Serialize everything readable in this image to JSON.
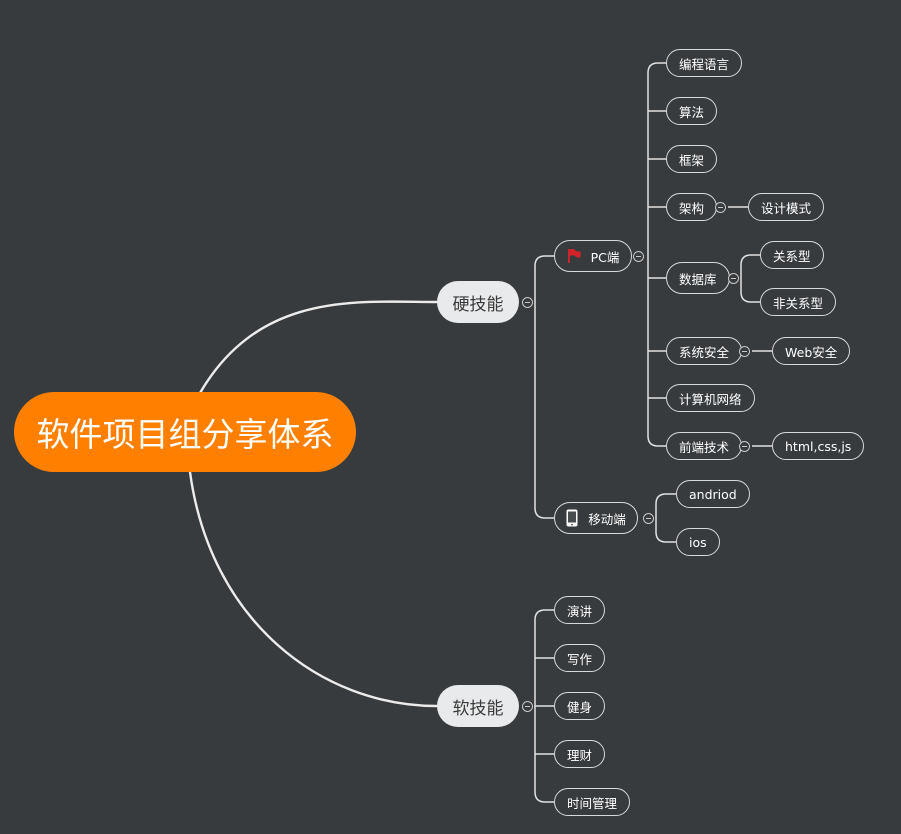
{
  "mindmap": {
    "root": "软件项目组分享体系",
    "hard": {
      "label": "硬技能",
      "pc": {
        "label": "PC端",
        "icon": "red-flag-icon",
        "items": {
          "lang": "编程语言",
          "algo": "算法",
          "framework": "框架",
          "arch": "架构",
          "arch_child": "设计模式",
          "db": "数据库",
          "db_rel": "关系型",
          "db_nonrel": "非关系型",
          "security": "系统安全",
          "security_child": "Web安全",
          "network": "计算机网络",
          "frontend": "前端技术",
          "frontend_child": "html,css,js"
        }
      },
      "mobile": {
        "label": "移动端",
        "icon": "phone-icon",
        "android": "andriod",
        "ios": "ios"
      }
    },
    "soft": {
      "label": "软技能",
      "items": [
        "演讲",
        "写作",
        "健身",
        "理财",
        "时间管理"
      ]
    }
  },
  "colors": {
    "background": "#383b3e",
    "root_fill": "#ff8000",
    "main_fill": "#e9eaeb",
    "line": "#ececec",
    "flag": "#d4242a"
  }
}
